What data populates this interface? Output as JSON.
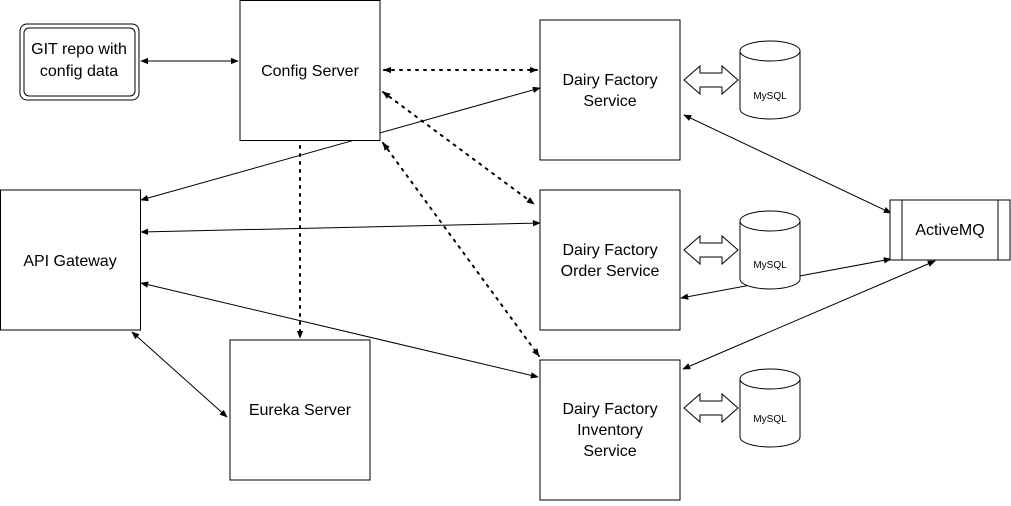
{
  "diagram": {
    "git_repo": {
      "line1": "GIT repo with",
      "line2": "config data"
    },
    "config_server": "Config Server",
    "api_gateway": "API Gateway",
    "eureka_server": "Eureka Server",
    "dairy_factory_service": {
      "line1": "Dairy Factory",
      "line2": "Service"
    },
    "order_service": {
      "line1": "Dairy Factory",
      "line2": "Order Service"
    },
    "inventory_service": {
      "line1": "Dairy Factory",
      "line2": "Inventory",
      "line3": "Service"
    },
    "activemq": "ActiveMQ",
    "db_label": "MySQL"
  }
}
